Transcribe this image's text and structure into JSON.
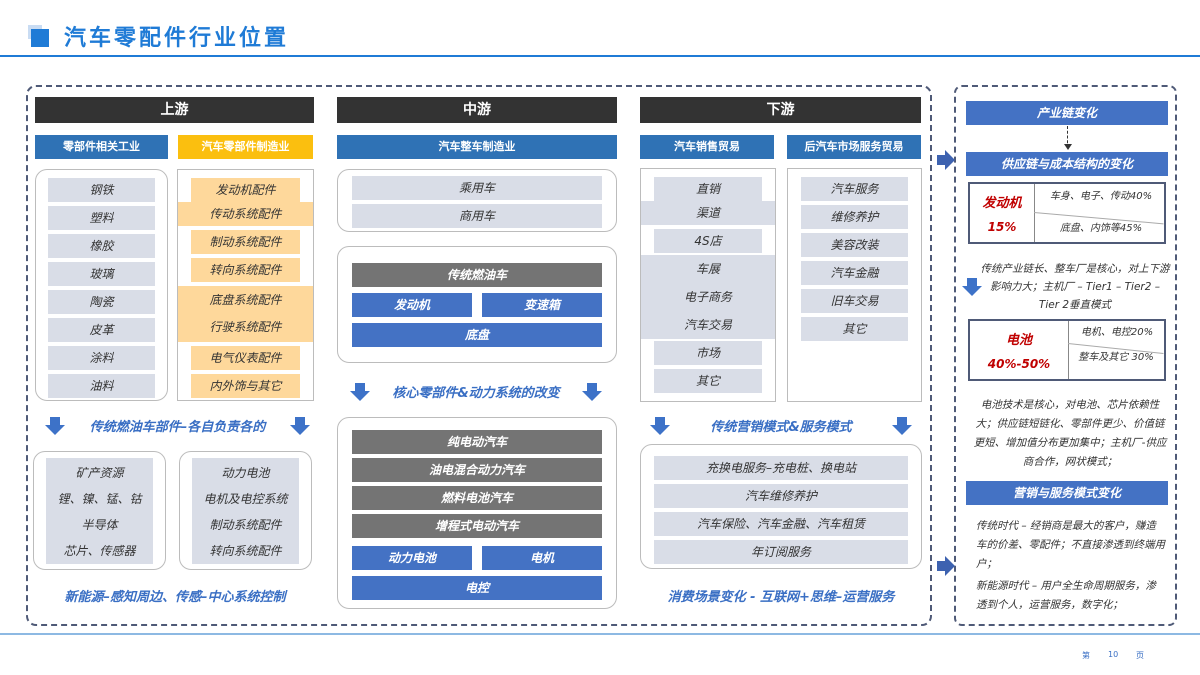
{
  "header": {
    "title": "汽车零配件行业位置"
  },
  "upstream": {
    "title": "上游",
    "col1": {
      "title": "零部件相关工业",
      "items": [
        "钢铁",
        "塑料",
        "橡胶",
        "玻璃",
        "陶瓷",
        "皮革",
        "涂料",
        "油料"
      ]
    },
    "col2": {
      "title": "汽车零部件制造业",
      "items": [
        "发动机配件",
        "传动系统配件",
        "制动系统配件",
        "转向系统配件",
        "底盘系统配件",
        "行驶系统配件",
        "电气仪表配件",
        "内外饰与其它"
      ]
    },
    "note1": "传统燃油车部件–各自负责各的",
    "new1": {
      "items": [
        "矿产资源",
        "锂、镍、锰、钴",
        "半导体",
        "芯片、传感器"
      ]
    },
    "new2": {
      "items": [
        "动力电池",
        "电机及电控系统",
        "制动系统配件",
        "转向系统配件"
      ]
    },
    "note2": "新能源–感知周边、传感–中心系统控制"
  },
  "midstream": {
    "title": "中游",
    "sub": "汽车整车制造业",
    "items": [
      "乘用车",
      "商用车"
    ],
    "trad": {
      "title": "传统燃油车",
      "engine": "发动机",
      "gearbox": "变速箱",
      "chassis": "底盘"
    },
    "note": "核心零部件&动力系统的改变",
    "nev": {
      "types": [
        "纯电动汽车",
        "油电混合动力汽车",
        "燃料电池汽车",
        "增程式电动汽车"
      ],
      "battery": "动力电池",
      "motor": "电机",
      "control": "电控"
    }
  },
  "downstream": {
    "title": "下游",
    "col1": {
      "title": "汽车销售贸易",
      "items": [
        "直销",
        "渠道",
        "4S店",
        "车展",
        "电子商务",
        "汽车交易",
        "市场",
        "其它"
      ]
    },
    "col2": {
      "title": "后汽车市场服务贸易",
      "items": [
        "汽车服务",
        "维修养护",
        "美容改装",
        "汽车金融",
        "旧车交易",
        "其它"
      ]
    },
    "note1": "传统营销模式&服务模式",
    "services": [
      "充换电服务–充电桩、换电站",
      "汽车维修养护",
      "汽车保险、汽车金融、汽车租赁",
      "年订阅服务"
    ],
    "note2": "消费场景变化 - 互联网+思维–运营服务"
  },
  "right": {
    "h1": "产业链变化",
    "h2": "供应链与成本结构的变化",
    "engine": {
      "name": "发动机",
      "pct": "15%",
      "a": "车身、电子、传动40%",
      "b": "底盘、内饰等45%"
    },
    "text1": "传统产业链长、整车厂是核心，对上下游影响力大；主机厂 – Tier1 – Tier2 – Tier 2垂直模式",
    "battery": {
      "name": "电池",
      "pct": "40%-50%",
      "a": "电机、电控20%",
      "b": "整车及其它 30%"
    },
    "text2": "电池技术是核心，对电池、芯片依赖性大；供应链短链化、零部件更少、价值链更短、增加值分布更加集中；主机厂-供应商合作，网状模式；",
    "h3": "营销与服务模式变化",
    "text3": "传统时代 – 经销商是最大的客户，赚造车的价差、零配件；不直接渗透到终端用户；",
    "text4": "新能源时代 – 用户全生命周期服务，渗透到个人，运营服务，数字化；"
  },
  "footer": {
    "prefix": "第",
    "page": "10",
    "suffix": "页"
  }
}
